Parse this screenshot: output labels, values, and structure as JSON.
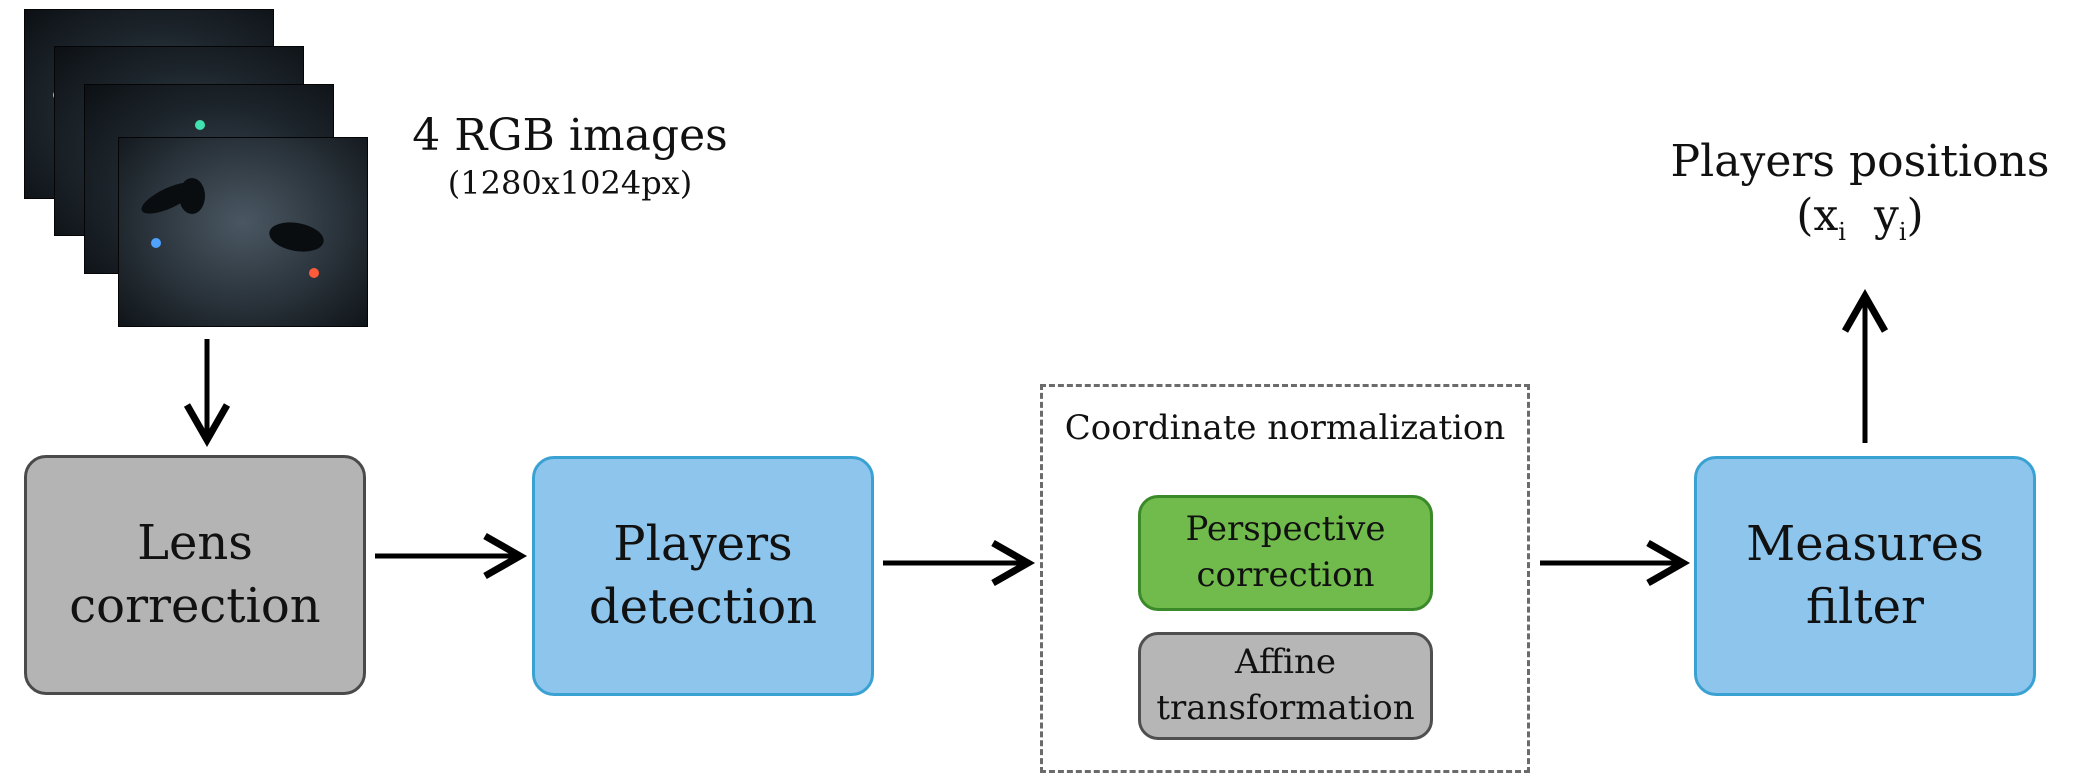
{
  "input": {
    "title": "4 RGB images",
    "subtitle": "(1280x1024px)"
  },
  "nodes": {
    "lens": {
      "line1": "Lens",
      "line2": "correction"
    },
    "players": {
      "line1": "Players",
      "line2": "detection"
    },
    "cluster_label": "Coordinate normalization",
    "perspective": {
      "line1": "Perspective",
      "line2": "correction"
    },
    "affine": {
      "line1": "Affine",
      "line2": "transformation"
    },
    "measures": {
      "line1": "Measures",
      "line2": "filter"
    }
  },
  "output": {
    "title": "Players positions",
    "x": "x",
    "y": "y",
    "subscript": "i"
  },
  "colors": {
    "gray_fill": "#b5b4b5",
    "blue_fill": "#8ec5ec",
    "blue_border": "#3aa2d3",
    "green_fill": "#70bb4c",
    "dashed_border": "#6b6b6b"
  }
}
